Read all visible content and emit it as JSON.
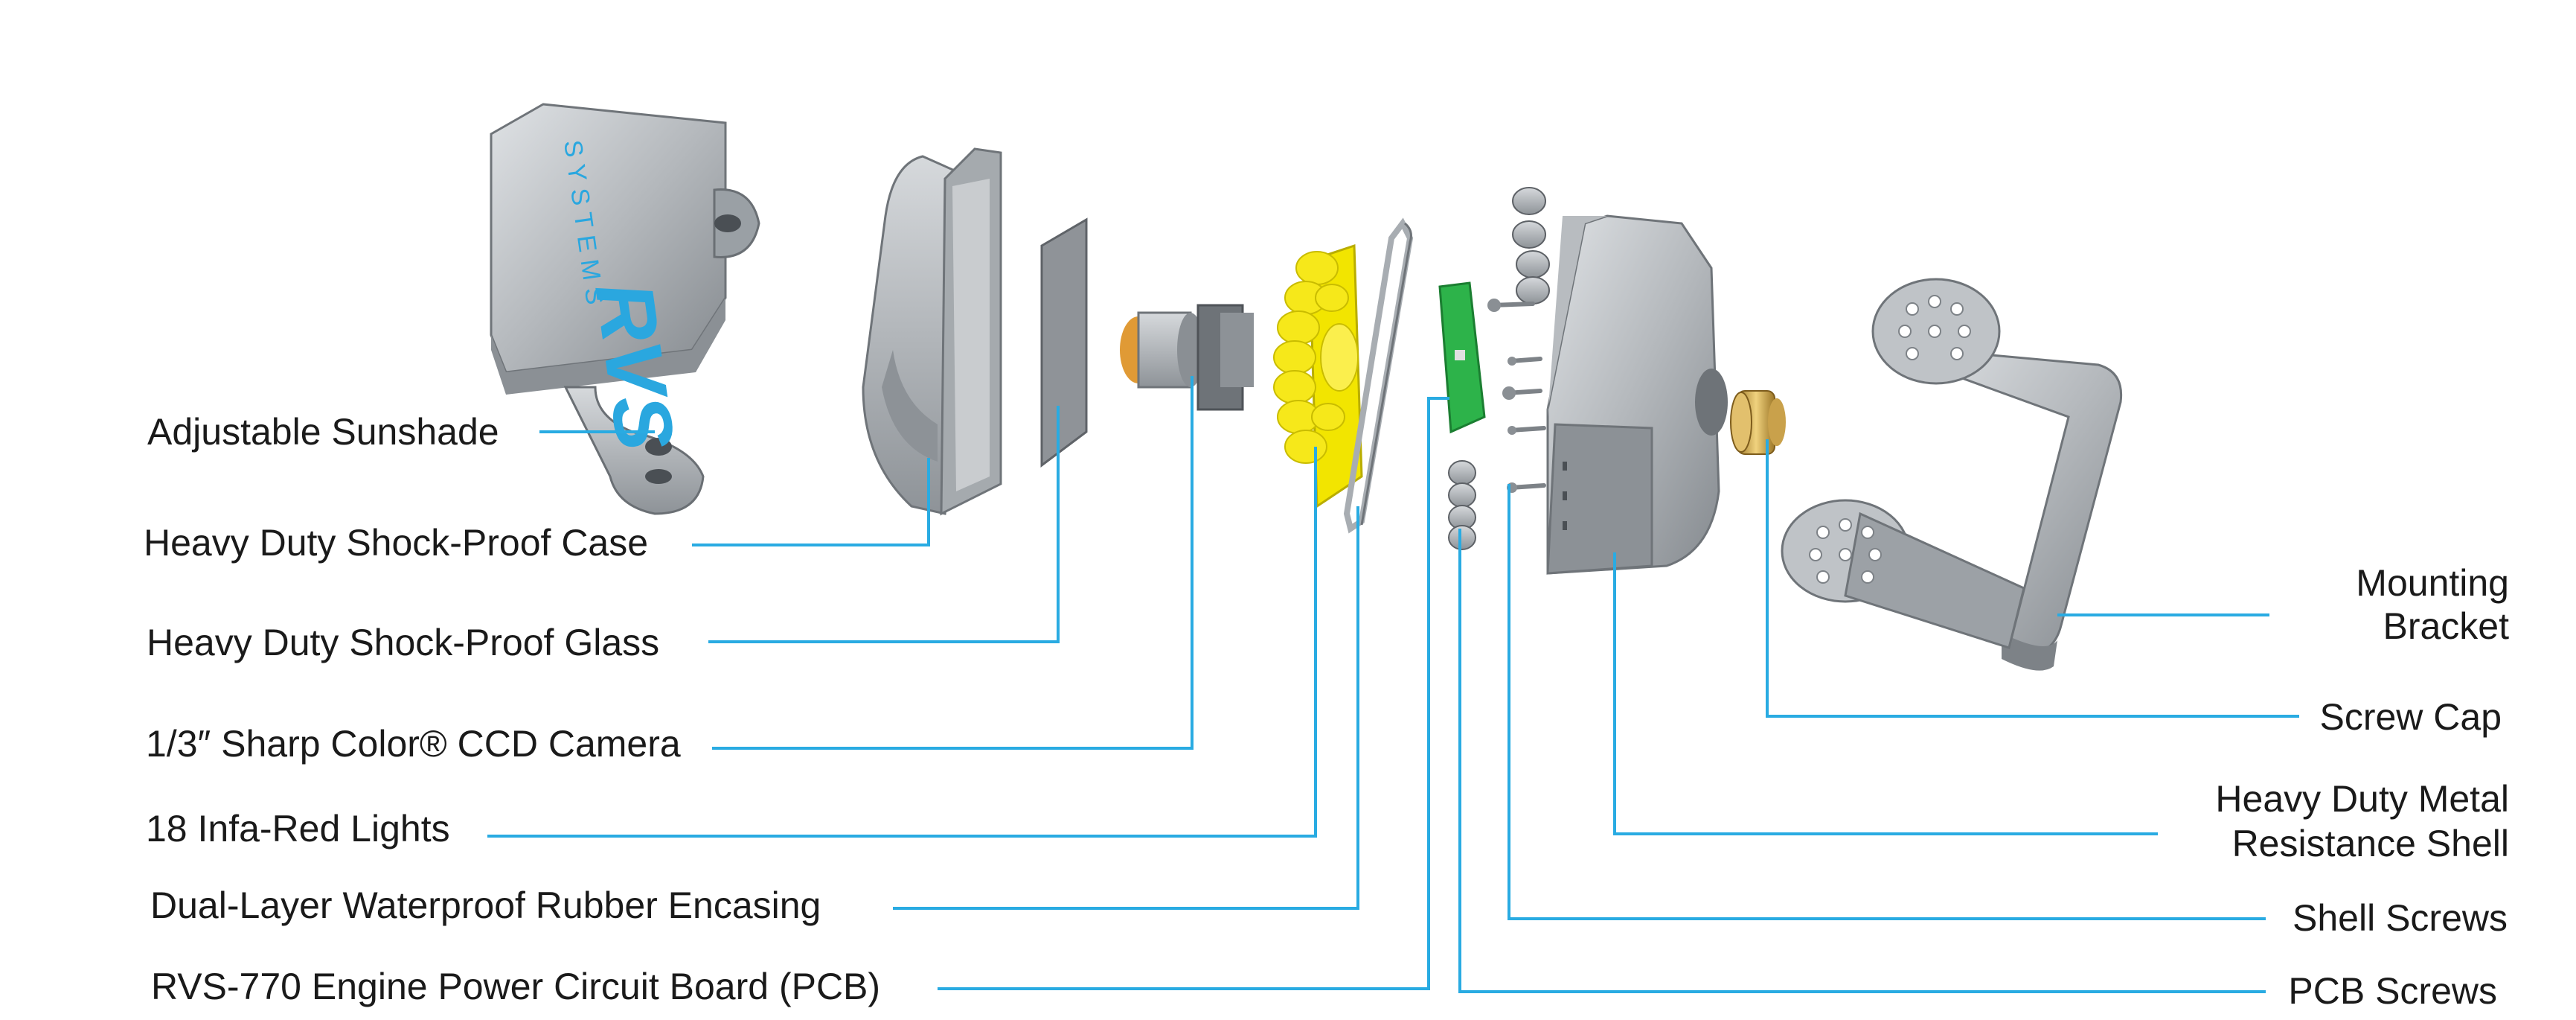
{
  "diagram": {
    "leader_color": "#29abe2",
    "left_callouts": [
      {
        "id": "sunshade",
        "text": "Adjustable Sunshade"
      },
      {
        "id": "case",
        "text": "Heavy Duty Shock-Proof Case"
      },
      {
        "id": "glass",
        "text": "Heavy Duty Shock-Proof Glass"
      },
      {
        "id": "camera",
        "text": "1/3″ Sharp Color® CCD Camera"
      },
      {
        "id": "irlights",
        "text": "18 Infa-Red Lights"
      },
      {
        "id": "rubber",
        "text": "Dual-Layer Waterproof Rubber Encasing"
      },
      {
        "id": "pcb",
        "text": "RVS-770 Engine Power Circuit Board (PCB)"
      }
    ],
    "right_callouts": [
      {
        "id": "bracket",
        "lines": [
          "Mounting",
          "Bracket"
        ]
      },
      {
        "id": "screwcap",
        "lines": [
          "Screw Cap"
        ]
      },
      {
        "id": "shell",
        "lines": [
          "Heavy Duty Metal",
          "Resistance Shell"
        ]
      },
      {
        "id": "shellscrews",
        "lines": [
          "Shell Screws"
        ]
      },
      {
        "id": "pcbscrews",
        "lines": [
          "PCB Screws"
        ]
      }
    ],
    "logo": {
      "brand": "RVS",
      "sub": "SYSTEMS"
    }
  },
  "colors": {
    "metal_light": "#c9cccf",
    "metal_mid": "#a9adb2",
    "metal_dark": "#7d8287",
    "ir_yellow": "#f2e500",
    "pcb_green": "#2db34a",
    "brass": "#d9b45a",
    "logo_blue": "#2aa7df"
  }
}
